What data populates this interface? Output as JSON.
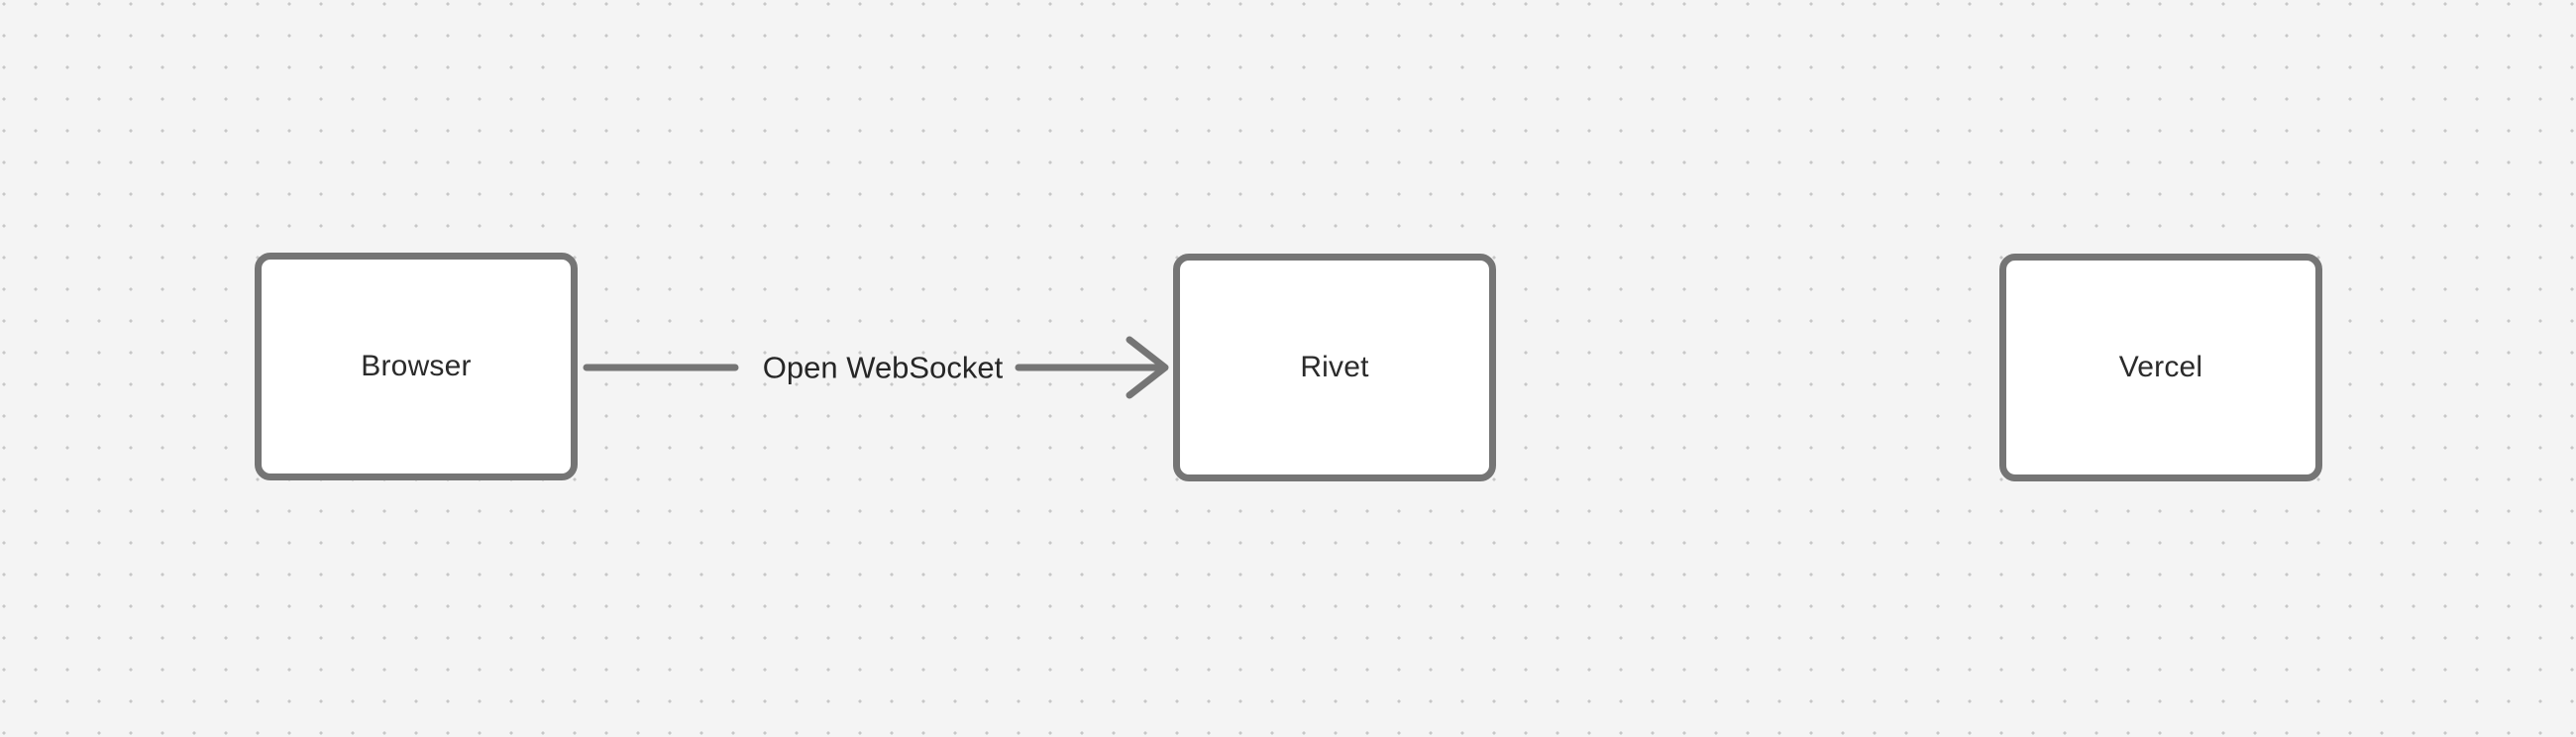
{
  "diagram": {
    "nodes": [
      {
        "id": "browser",
        "label": "Browser"
      },
      {
        "id": "rivet",
        "label": "Rivet"
      },
      {
        "id": "vercel",
        "label": "Vercel"
      }
    ],
    "edges": [
      {
        "from": "browser",
        "to": "rivet",
        "label": "Open WebSocket",
        "direction": "right"
      }
    ]
  },
  "colors": {
    "canvas_background": "#f4f4f4",
    "grid_dot": "#c7c7c7",
    "node_fill": "#ffffff",
    "node_border": "#757575",
    "connector": "#757575",
    "node_text": "#2b2b2b",
    "edge_label_text": "#262626"
  }
}
